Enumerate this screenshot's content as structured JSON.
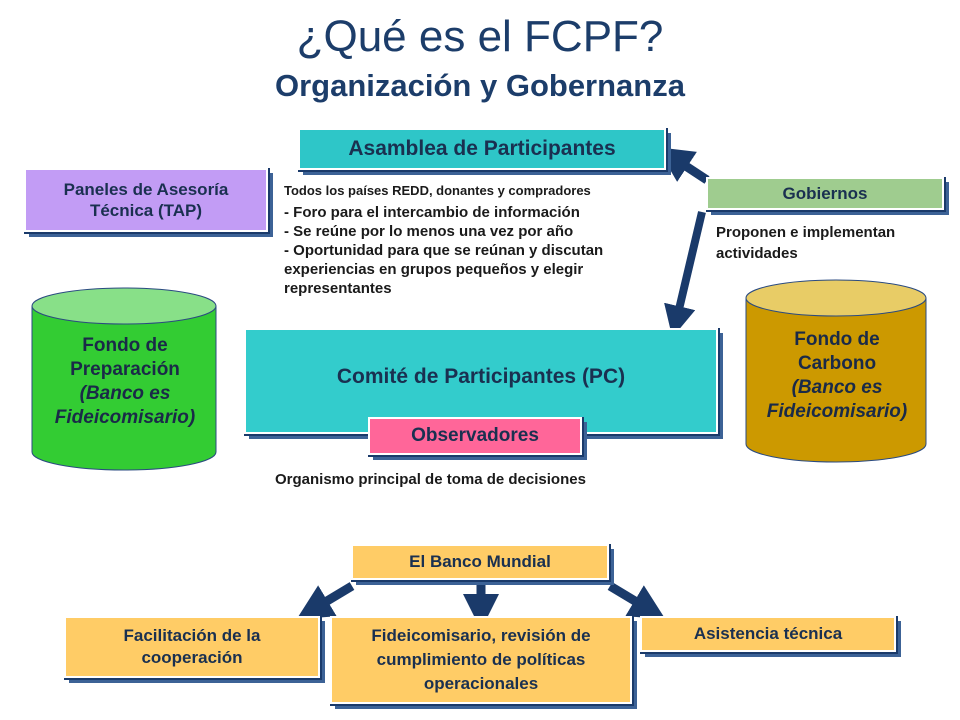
{
  "title": {
    "line1": "¿Qué es el FCPF?",
    "line2": "Organización y Gobernanza"
  },
  "boxes": {
    "asamblea": "Asamblea de Participantes",
    "paneles_line1": "Paneles de Asesoría",
    "paneles_line2": "Técnica (TAP)",
    "gobiernos": "Gobiernos",
    "comite": "Comité de Participantes (PC)",
    "observadores": "Observadores",
    "banco_mundial": "El Banco Mundial",
    "facilitacion_line1": "Facilitación de la",
    "facilitacion_line2": "cooperación",
    "fideicomisario_line1": "Fideicomisario, revisión de",
    "fideicomisario_line2": "cumplimiento de políticas",
    "fideicomisario_line3": "operacionales",
    "asistencia": "Asistencia técnica"
  },
  "asamblea_notes": {
    "line1": "Todos los países REDD, donantes y compradores",
    "line2": "- Foro para el intercambio de información",
    "line3": "- Se reúne por lo menos una vez por año",
    "line4": "- Oportunidad para que se reúnan y discutan",
    "line5": "experiencias en grupos pequeños  y elegir",
    "line6": "representantes"
  },
  "gobiernos_note": {
    "line1": "Proponen e implementan",
    "line2": "actividades"
  },
  "comite_note": "Organismo principal de toma de decisiones",
  "fondo_preparacion": {
    "line1": "Fondo de",
    "line2": "Preparación",
    "line3": "(Banco es",
    "line4": "Fideicomisario)"
  },
  "fondo_carbono": {
    "line1": "Fondo de",
    "line2": "Carbono",
    "line3": "(Banco es",
    "line4": "Fideicomisario)"
  },
  "colors": {
    "title": "#1c3d6a",
    "asamblea": "#2ec6c8",
    "paneles": "#c29cf5",
    "gobiernos": "#9fcc8f",
    "comite": "#33cccc",
    "observadores": "#ff6699",
    "banco_mundial": "#ffcc66",
    "fondo_preparacion": "#33cc33",
    "fondo_carbono": "#cc9900",
    "arrow": "#1a3a6a"
  }
}
